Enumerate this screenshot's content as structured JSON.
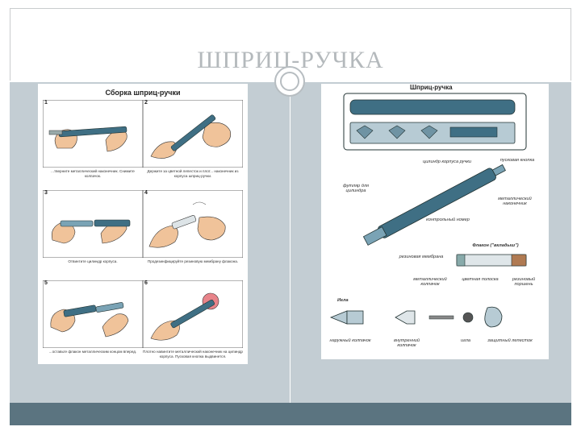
{
  "slide": {
    "title": "ШПРИЦ-РУЧКА",
    "colors": {
      "body": "#c3cdd3",
      "bar": "#5b7480",
      "title": "#b4b9bc",
      "pen": "#3f6f84"
    }
  },
  "left_panel": {
    "title": "Сборка шприц-ручки",
    "steps": [
      {
        "num": "1",
        "caption": "...тверните металлический наконечник. Снимите колпачок."
      },
      {
        "num": "2",
        "caption": "Держите за цветной лепесток и плот... наконечник из корпуса шприц-ручки."
      },
      {
        "num": "3",
        "caption": "Отвинтите цилиндр корпуса."
      },
      {
        "num": "4",
        "caption": "Продезинфицируйте резиновую мембрану флакона."
      },
      {
        "num": "5",
        "caption": "...оставьте флакон металлическим концом вперед."
      },
      {
        "num": "6",
        "caption": "Плотно навинтите металлический наконечник на цилиндр корпуса. Пусковая кнопка выдвинется."
      }
    ]
  },
  "right_panel": {
    "title": "Шприц-ручка",
    "labels": {
      "barrel": "цилиндр корпуса ручки",
      "trigger": "пусковая кнопка",
      "cap_holder": "футляр для цилиндра",
      "metal_tip": "металлический наконечник",
      "control_no": "контрольный номер",
      "vial": "Флакон (\"вкладыш\")",
      "membrane": "резиновая мембрана",
      "metal_cap": "металлический колпачок",
      "color_stripe": "цветная полоска",
      "piston": "резиновый поршень",
      "needle": "Игла",
      "outer_cap": "наружный колпачок",
      "inner_cap": "внутренний колпачок",
      "needle_part": "игла",
      "protective_petal": "защитный лепесток"
    }
  }
}
